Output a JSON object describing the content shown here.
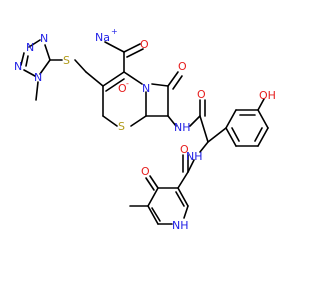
{
  "colors": {
    "bond": "#000000",
    "nitrogen": "#1f1fe6",
    "oxygen": "#e61f1f",
    "sulfur": "#b09a1a",
    "carbon": "#000000",
    "background": "#ffffff"
  },
  "labels": {
    "sodium": "Na",
    "sodium_charge": "+",
    "carboxylate_o": "O",
    "carboxylate_charge": "-",
    "carbonyl_o_top": "O",
    "betalactam_o": "O",
    "ring_n_betalactam": "N",
    "thioether_s": "S",
    "ring_s": "S",
    "amide_nh_1": "NH",
    "amide_o_1": "O",
    "amide_nh_2": "NH",
    "amide_o_2": "O",
    "phenol_oh": "OH",
    "pyridone_o": "O",
    "pyridone_nh": "NH",
    "tetrazole_n1": "N",
    "tetrazole_n2": "N",
    "tetrazole_n3": "N",
    "tetrazole_n4": "N"
  }
}
